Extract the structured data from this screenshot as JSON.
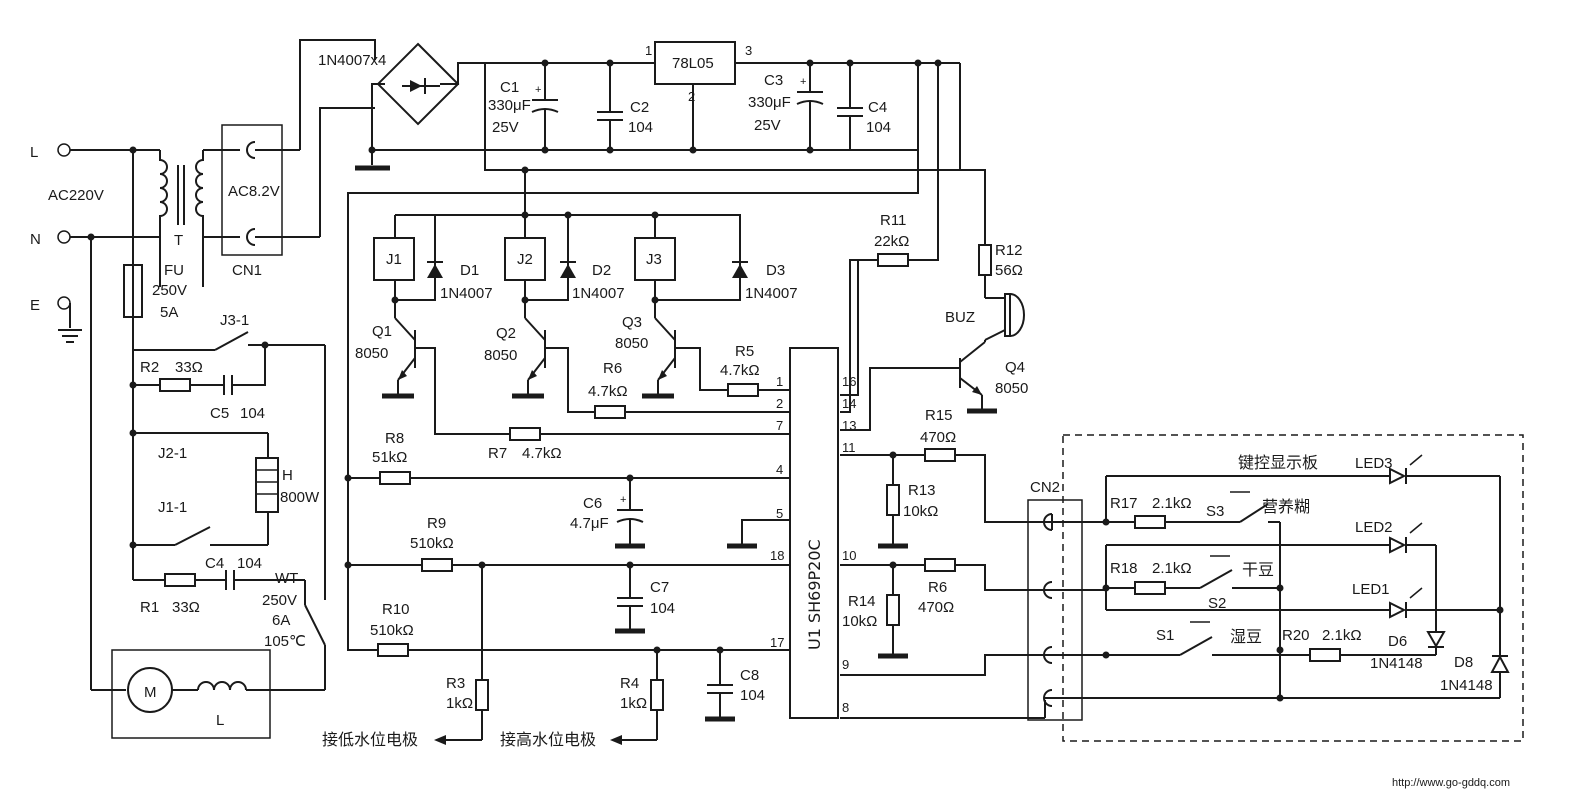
{
  "power": {
    "l": "L",
    "n": "N",
    "e": "E",
    "ac": "AC220V",
    "t": "T",
    "ac8": "AC8.2V",
    "cn1": "CN1",
    "fu": "FU",
    "fu_v": "250V",
    "fu_a": "5A",
    "bridge": "1N4007x4"
  },
  "regulator": {
    "name": "78L05",
    "pin1": "1",
    "pin2": "2",
    "pin3": "3"
  },
  "caps": {
    "c1": "C1",
    "c1_v": "330μF",
    "c1_r": "25V",
    "c2": "C2",
    "c2_v": "104",
    "c3": "C3",
    "c3_v": "330μF",
    "c3_r": "25V",
    "c4": "C4",
    "c4_v": "104",
    "c5": "C5",
    "c5_v": "104",
    "c4b": "C4",
    "c4b_v": "104",
    "c6": "C6",
    "c6_v": "4.7μF",
    "c7": "C7",
    "c7_v": "104",
    "c8": "C8",
    "c8_v": "104"
  },
  "relays": {
    "j1": "J1",
    "j2": "J2",
    "j3": "J3",
    "d1": "D1",
    "d2": "D2",
    "d3": "D3",
    "d_v": "1N4007",
    "d_v2": "1N4007"
  },
  "transistors": {
    "q1": "Q1",
    "q2": "Q2",
    "q3": "Q3",
    "q4": "Q4",
    "type": "8050"
  },
  "resistors": {
    "r1": "R1",
    "r1_v": "33Ω",
    "r2": "R2",
    "r2_v": "33Ω",
    "r3": "R3",
    "r3_v": "1kΩ",
    "r4": "R4",
    "r4_v": "1kΩ",
    "r5": "R5",
    "r5_v": "4.7kΩ",
    "r6": "R6",
    "r6_v": "4.7kΩ",
    "r7": "R7",
    "r7_v": "4.7kΩ",
    "r8": "R8",
    "r8_v": "51kΩ",
    "r9": "R9",
    "r9_v": "510kΩ",
    "r10": "R10",
    "r10_v": "510kΩ",
    "r11": "R11",
    "r11_v": "22kΩ",
    "r12": "R12",
    "r12_v": "56Ω",
    "r13": "R13",
    "r13_v": "10kΩ",
    "r14": "R14",
    "r14_v": "10kΩ",
    "r15": "R15",
    "r15_v": "470Ω",
    "r6b": "R6",
    "r6b_v": "470Ω",
    "r17": "R17",
    "r17_v": "2.1kΩ",
    "r18": "R18",
    "r18_v": "2.1kΩ",
    "r20": "R20",
    "r20_v": "2.1kΩ"
  },
  "loads": {
    "j31": "J3-1",
    "j21": "J2-1",
    "j11": "J1-1",
    "h": "H",
    "h_v": "800W",
    "wt": "WT",
    "wt_v": "250V",
    "wt_a": "6A",
    "wt_t": "105℃",
    "m": "M",
    "l": "L"
  },
  "ic": {
    "name": "U1  SH69P20C",
    "pins": [
      "1",
      "2",
      "7",
      "4",
      "5",
      "18",
      "17",
      "16",
      "14",
      "13",
      "11",
      "10",
      "9",
      "8"
    ]
  },
  "buzzer": "BUZ",
  "electrodes": {
    "low": "接低水位电极",
    "high": "接高水位电极"
  },
  "panel": {
    "title": "键控显示板",
    "cn2": "CN2",
    "s1": "S1",
    "s2": "S2",
    "s3": "S3",
    "s1_l": "湿豆",
    "s2_l": "干豆",
    "s3_l": "营养糊",
    "led1": "LED1",
    "led2": "LED2",
    "led3": "LED3",
    "d6": "D6",
    "d8": "D8",
    "d_v": "1N4148"
  },
  "watermark": "http://www.go-gddq.com"
}
